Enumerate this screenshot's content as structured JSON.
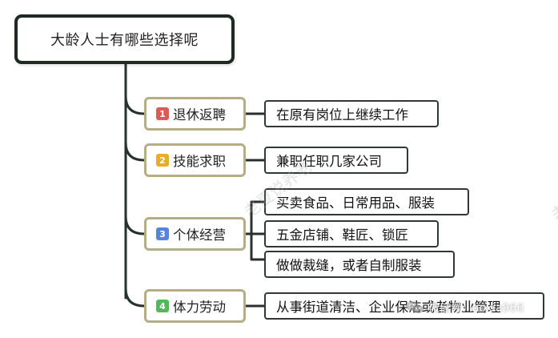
{
  "root": {
    "title": "大龄人士有哪些选择呢"
  },
  "branches": [
    {
      "number": "1",
      "label": "退休返聘",
      "badge_color": "#dc5c55",
      "items": [
        "在原有岗位上继续工作"
      ]
    },
    {
      "number": "2",
      "label": "技能求职",
      "badge_color": "#e8ae25",
      "items": [
        "兼职任职几家公司"
      ]
    },
    {
      "number": "3",
      "label": "个体经营",
      "badge_color": "#5684d8",
      "items": [
        "买卖食品、日常用品、服装",
        "五金店铺、鞋匠、锁匠",
        "做做裁缝，或者自制服装"
      ]
    },
    {
      "number": "4",
      "label": "体力劳动",
      "badge_color": "#52b957",
      "items": [
        "从事街道清洁、企业保洁或者物业管理"
      ]
    }
  ],
  "watermarks": {
    "center": "老夏说养老",
    "right_edge": "老"
  },
  "wechat": {
    "icon": "wechat-logo-icon",
    "text": "微信号: laoxia966"
  },
  "colors": {
    "root_border": "#1f2a25",
    "branch_border": "#b5ad86",
    "leaf_border": "#2f3a35",
    "connector": "#27312d"
  }
}
